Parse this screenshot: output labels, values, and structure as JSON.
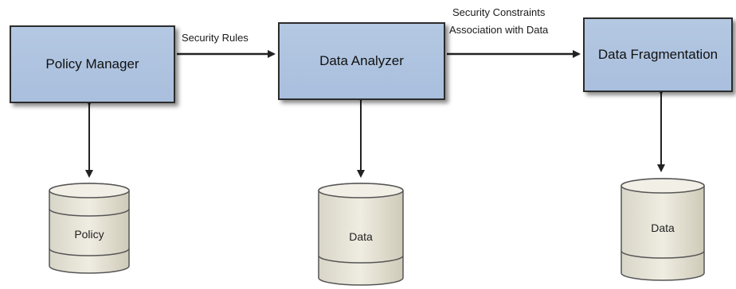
{
  "nodes": {
    "policy_manager": "Policy Manager",
    "data_analyzer": "Data Analyzer",
    "data_fragmentation": "Data Fragmentation"
  },
  "edges": {
    "security_rules": "Security Rules",
    "constraints_line1": "Security Constraints",
    "constraints_line2": "Association with Data"
  },
  "stores": {
    "policy": "Policy",
    "data_analyzer_store": "Data",
    "data_fragmentation_store": "Data"
  }
}
